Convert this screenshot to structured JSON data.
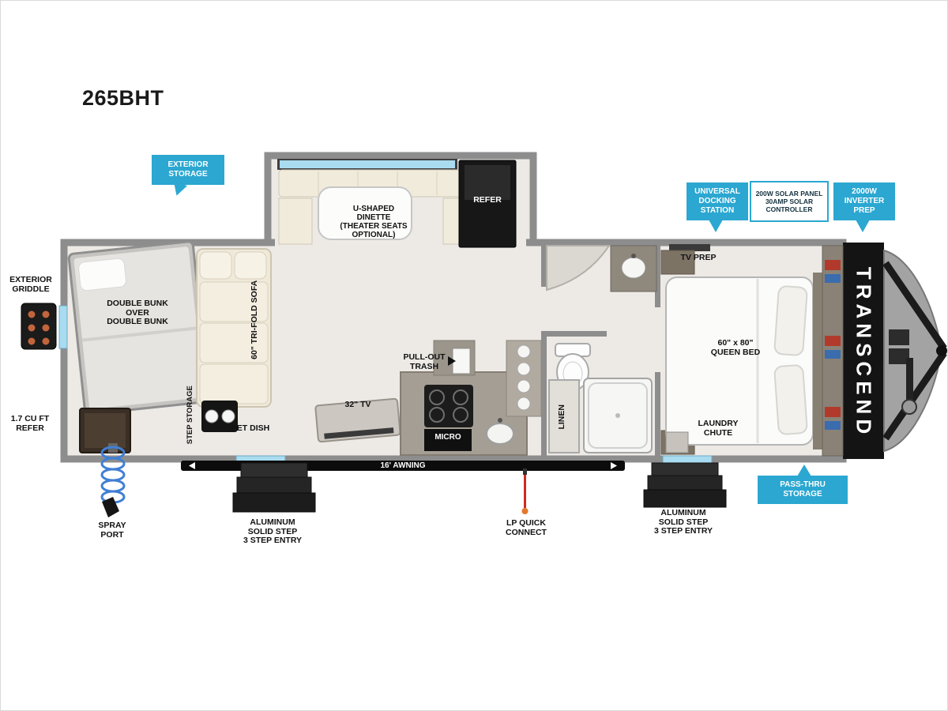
{
  "title": "265BHT",
  "colors": {
    "callout_blue": "#2BA7D1",
    "floor": "#EDEAE6",
    "wall": "#8D8D8D"
  },
  "callouts": {
    "exterior_storage": "EXTERIOR\nSTORAGE",
    "universal_docking": "UNIVERSAL\nDOCKING\nSTATION",
    "solar": "200W SOLAR PANEL\n30AMP SOLAR\nCONTROLLER",
    "inverter": "2000W\nINVERTER\nPREP",
    "pass_thru": "PASS-THRU\nSTORAGE"
  },
  "labels": {
    "exterior_griddle": "EXTERIOR\nGRIDDLE",
    "double_bunk": "DOUBLE BUNK\nOVER\nDOUBLE BUNK",
    "small_refer": "1.7 CU FT\nREFER",
    "sofa": "60\" TRI-FOLD SOFA",
    "step_storage": "STEP STORAGE",
    "pet_dish": "PET DISH",
    "dinette": "U-SHAPED\nDINETTE\n(THEATER SEATS\nOPTIONAL)",
    "refer": "REFER",
    "pull_out_trash": "PULL-OUT\nTRASH",
    "tv": "32\" TV",
    "micro": "MICRO",
    "linen": "LINEN",
    "tv_prep": "TV PREP",
    "queen_bed": "60\" x 80\"\nQUEEN BED",
    "laundry_chute": "LAUNDRY\nCHUTE",
    "brand": "TRANSCEND",
    "awning": "16' AWNING",
    "spray_port": "SPRAY\nPORT",
    "entry_step_left": "ALUMINUM\nSOLID STEP\n3 STEP ENTRY",
    "lp_quick_connect": "LP QUICK\nCONNECT",
    "entry_step_right": "ALUMINUM\nSOLID STEP\n3 STEP ENTRY"
  }
}
